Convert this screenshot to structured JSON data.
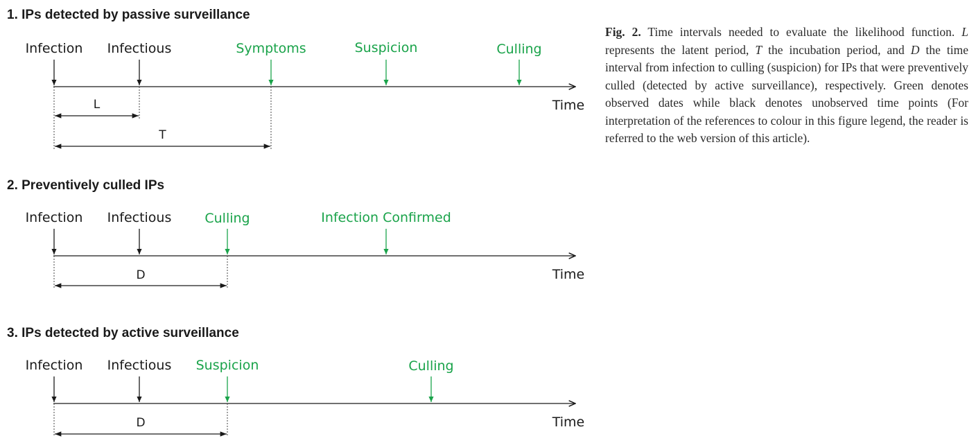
{
  "colors": {
    "observed": "#1aa34a",
    "unobserved": "#1a1a1a"
  },
  "axis_label": "Time",
  "sections": [
    {
      "title": "1. IPs detected by passive surveillance",
      "events": [
        {
          "label": "Infection",
          "observed": false
        },
        {
          "label": "Infectious",
          "observed": false
        },
        {
          "label": "Symptoms",
          "observed": true
        },
        {
          "label": "Suspicion",
          "observed": true
        },
        {
          "label": "Culling",
          "observed": true
        }
      ],
      "intervals": [
        {
          "label": "L",
          "from": "Infection",
          "to": "Infectious"
        },
        {
          "label": "T",
          "from": "Infection",
          "to": "Symptoms"
        }
      ]
    },
    {
      "title": "2. Preventively culled IPs",
      "events": [
        {
          "label": "Infection",
          "observed": false
        },
        {
          "label": "Infectious",
          "observed": false
        },
        {
          "label": "Culling",
          "observed": true
        },
        {
          "label": "Infection Confirmed",
          "observed": true
        }
      ],
      "intervals": [
        {
          "label": "D",
          "from": "Infection",
          "to": "Culling"
        }
      ]
    },
    {
      "title": "3. IPs detected by active surveillance",
      "events": [
        {
          "label": "Infection",
          "observed": false
        },
        {
          "label": "Infectious",
          "observed": false
        },
        {
          "label": "Suspicion",
          "observed": true
        },
        {
          "label": "Culling",
          "observed": true
        }
      ],
      "intervals": [
        {
          "label": "D",
          "from": "Infection",
          "to": "Suspicion"
        }
      ]
    }
  ],
  "caption": {
    "label": "Fig. 2.",
    "segments": [
      {
        "text": " Time intervals needed to evaluate the likelihood function. ",
        "italic": false
      },
      {
        "text": "L",
        "italic": true
      },
      {
        "text": " represents the latent period, ",
        "italic": false
      },
      {
        "text": "T",
        "italic": true
      },
      {
        "text": " the incubation period, and ",
        "italic": false
      },
      {
        "text": "D",
        "italic": true
      },
      {
        "text": " the time interval from infection to culling (suspicion) for IPs that were preventively culled (detected by active surveillance), respectively. Green denotes observed dates while black denotes unobserved time points (For interpretation of the references to colour in this figure legend, the reader is referred to the web version of this article).",
        "italic": false
      }
    ]
  }
}
